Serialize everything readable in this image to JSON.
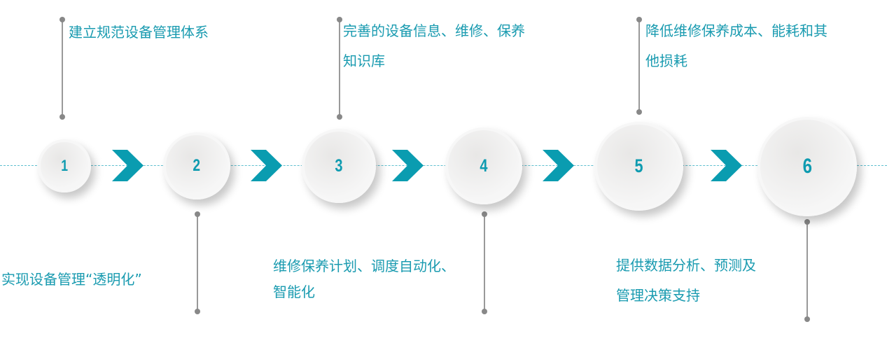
{
  "steps": [
    {
      "number": "1",
      "text_lines": [
        "建立规范设备管理体系"
      ]
    },
    {
      "number": "2",
      "text_lines": [
        "实现设备管理“透明化”"
      ]
    },
    {
      "number": "3",
      "text_lines": [
        "完善的设备信息、维修、保养",
        "知识库"
      ]
    },
    {
      "number": "4",
      "text_lines": [
        "维修保养计划、调度自动化、",
        "智能化"
      ]
    },
    {
      "number": "5",
      "text_lines": [
        "降低维修保养成本、能耗和其",
        "他损耗"
      ]
    },
    {
      "number": "6",
      "text_lines": [
        "提供数据分析、预测及",
        "管理决策支持"
      ]
    }
  ],
  "colors": {
    "accent": "#0e9bb0",
    "line": "#999999"
  }
}
